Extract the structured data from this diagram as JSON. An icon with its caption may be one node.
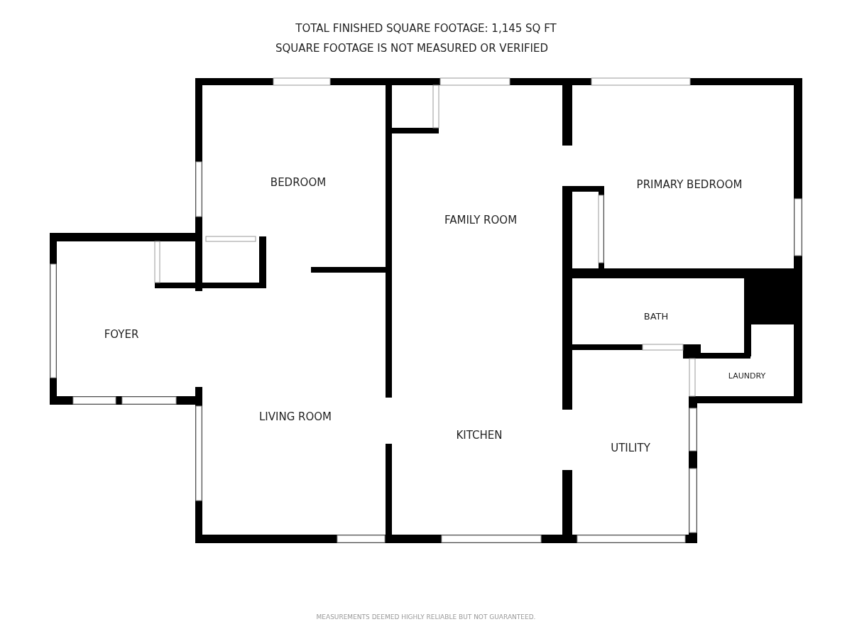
{
  "diagram": {
    "title": "TOTAL FINISHED SQUARE FOOTAGE: 1,145 SQ FT",
    "labels": [
      "SQUARE FOOTAGE IS NOT MEASURED OR VERIFIED",
      "BEDROOM",
      "PRIMARY BEDROOM",
      "FAMILY ROOM",
      "BATH",
      "FOYER",
      "LAUNDRY",
      "LIVING ROOM",
      "KITCHEN",
      "UTILITY"
    ],
    "caption": "MEASUREMENTS DEEMED HIGHLY RELIABLE BUT NOT GUARANTEED."
  }
}
